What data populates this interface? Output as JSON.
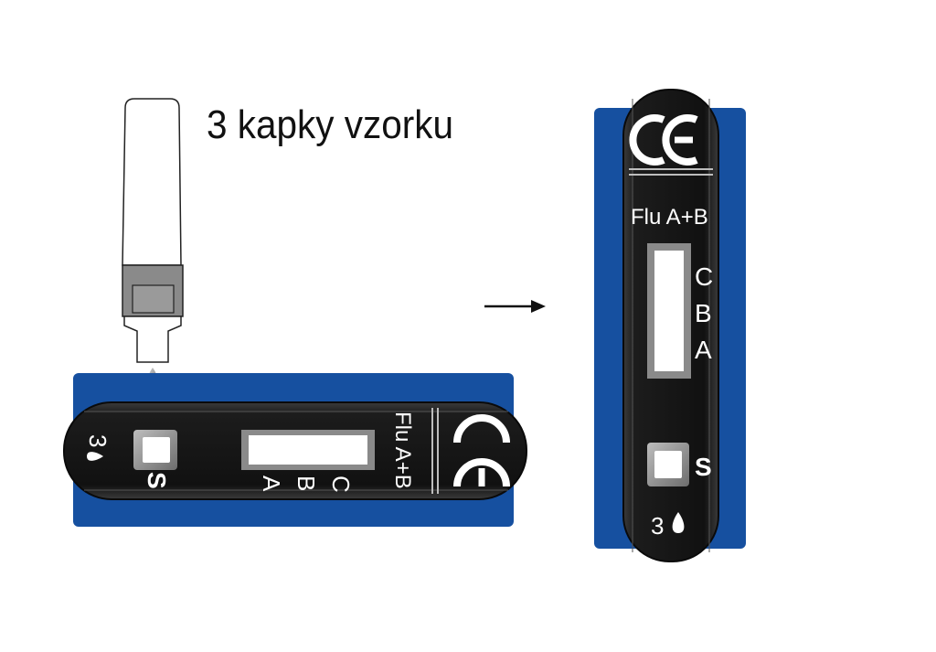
{
  "caption": "3 kapky vzorku",
  "cassette": {
    "brand_mark": "CE",
    "test_name": "Flu A+B",
    "lines": [
      "C",
      "B",
      "A"
    ],
    "sample_well": "S",
    "drop_count": "3"
  },
  "colors": {
    "blue": "#1650a0",
    "cassette_body": "#1a1a1a",
    "window": "#ffffff",
    "dropper_cap": "#8a8a8a",
    "drop": "#9a9a9a"
  },
  "icons": [
    "dropper-icon",
    "drop-icon",
    "ce-mark-icon",
    "arrow-right-icon"
  ]
}
